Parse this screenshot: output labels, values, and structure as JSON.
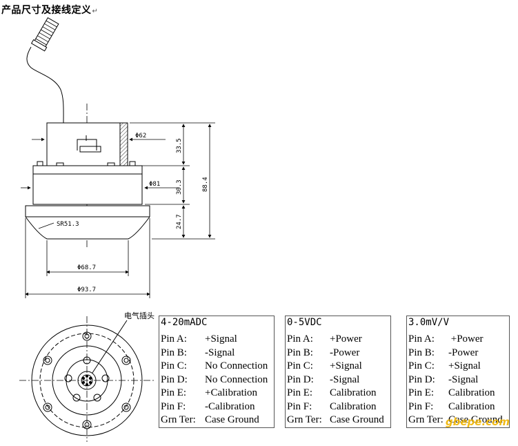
{
  "title": "产品尺寸及接线定义",
  "title_mark": "↵",
  "dimensions": {
    "d62": "Φ62",
    "d81": "Φ81",
    "sr": "SR51.3",
    "d687": "Φ68.7",
    "d937": "Φ93.7",
    "h335": "33.5",
    "h303": "30.3",
    "h247": "24.7",
    "h884": "88.4"
  },
  "connector_label": "电气插头",
  "wiring_tables": [
    {
      "header": "4-20mADC",
      "rows": [
        {
          "pin": "Pin A:",
          "function": "+Signal"
        },
        {
          "pin": "Pin B:",
          "function": "-Signal"
        },
        {
          "pin": "Pin C:",
          "function": "No Connection"
        },
        {
          "pin": "Pin D:",
          "function": "No Connection"
        },
        {
          "pin": "Pin E:",
          "function": "+Calibration"
        },
        {
          "pin": "Pin F:",
          "function": "-Calibration"
        },
        {
          "pin": "Grn Ter:",
          "function": "Case Ground"
        }
      ]
    },
    {
      "header": "0-5VDC",
      "rows": [
        {
          "pin": "Pin A:",
          "function": "+Power"
        },
        {
          "pin": "Pin B:",
          "function": "-Power"
        },
        {
          "pin": "Pin C:",
          "function": "+Signal"
        },
        {
          "pin": "Pin D:",
          "function": "-Signal"
        },
        {
          "pin": "Pin E:",
          "function": "Calibration"
        },
        {
          "pin": "Pin F:",
          "function": "Calibration"
        },
        {
          "pin": "Grn Ter:",
          "function": "Case Ground"
        }
      ]
    },
    {
      "header": "3.0mV/V",
      "rows": [
        {
          "pin": "Pin A:",
          "function": " +Power"
        },
        {
          "pin": "Pin B:",
          "function": "-Power"
        },
        {
          "pin": "Pin C:",
          "function": "+Signal"
        },
        {
          "pin": "Pin D:",
          "function": "-Signal"
        },
        {
          "pin": "Pin E:",
          "function": "Calibration"
        },
        {
          "pin": "Pin F:",
          "function": "Calibration"
        },
        {
          "pin": "Grn Ter:",
          "function": "Case Ground"
        }
      ]
    }
  ],
  "watermark": "gbepe.com",
  "colors": {
    "line": "#000000",
    "box_border": "#555555",
    "watermark": "#f0b400"
  }
}
